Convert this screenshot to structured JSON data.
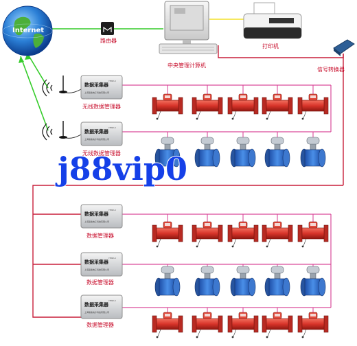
{
  "top": {
    "internet_label": "Internet",
    "router_label": "路由器",
    "computer_label": "中央管理计算机",
    "printer_label": "打印机",
    "converter_label": "信号转换器"
  },
  "collectors": [
    {
      "title": "数据采集器",
      "model": "YH82-C",
      "maker": "上海联奥电子科技有限公司",
      "caption": "无线数据管理器"
    },
    {
      "title": "数据采集器",
      "model": "YH82-C",
      "maker": "上海联奥电子科技有限公司",
      "caption": "无线数据管理器"
    },
    {
      "title": "数据采集器",
      "model": "YH82-C",
      "maker": "上海联奥电子科技有限公司",
      "caption": "数据管理器"
    },
    {
      "title": "数据采集器",
      "model": "YH82-C",
      "maker": "上海联奥电子科技有限公司",
      "caption": "数据管理器"
    },
    {
      "title": "数据采集器",
      "model": "YH82-C",
      "maker": "上海联奥电子科技有限公司",
      "caption": "数据管理器"
    }
  ],
  "watermark": "j88vip0",
  "colors": {
    "internet_link": "#35cc2a",
    "lan_link": "#f3e02a",
    "bus_link": "#c81e3a",
    "meter_link": "#d94a9a",
    "red_meter": "#d8342a",
    "blue_meter": "#2f6fd0"
  }
}
